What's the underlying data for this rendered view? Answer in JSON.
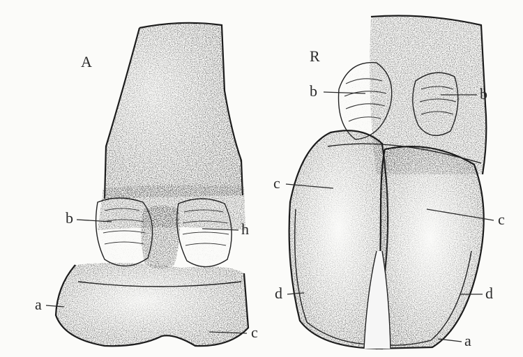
{
  "figure": {
    "panel_a": {
      "heading": "A",
      "labels": {
        "left_b": "b",
        "right_b": "h",
        "a": "a",
        "c": "c"
      }
    },
    "panel_b": {
      "heading": "R",
      "labels": {
        "left_b": "b",
        "right_b": "b",
        "left_c": "c",
        "right_c": "c",
        "left_d": "d",
        "right_d": "d",
        "a": "a"
      }
    }
  }
}
